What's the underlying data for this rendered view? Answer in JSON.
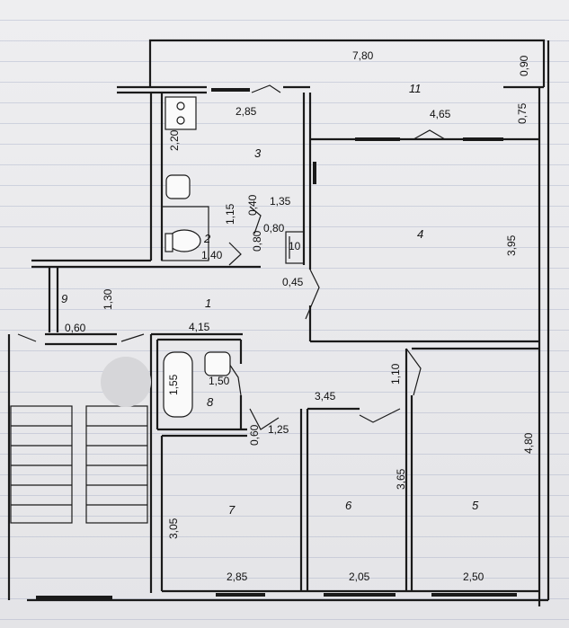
{
  "rooms": {
    "r1": "1",
    "r2": "2",
    "r3": "3",
    "r4": "4",
    "r5": "5",
    "r6": "6",
    "r7": "7",
    "r8": "8",
    "r9": "9",
    "r10": "10",
    "r11": "11"
  },
  "dims": {
    "d780": "7,80",
    "d090": "0,90",
    "d285top": "2,85",
    "d465": "4,65",
    "d075": "0,75",
    "d220": "2,20",
    "d135": "1,35",
    "d040": "0,40",
    "d080a": "0,80",
    "d080b": "0,80",
    "d115": "1,15",
    "d140": "1,40",
    "d395": "3,95",
    "d045": "0,45",
    "d130": "1,30",
    "d060": "0,60",
    "d415": "4,15",
    "d155": "1,55",
    "d150": "1,50",
    "d110": "1,10",
    "d345": "3,45",
    "d060b": "0,60",
    "d125": "1,25",
    "d480": "4,80",
    "d365": "3,65",
    "d305": "3,05",
    "d285": "2,85",
    "d205": "2,05",
    "d250": "2,50"
  }
}
